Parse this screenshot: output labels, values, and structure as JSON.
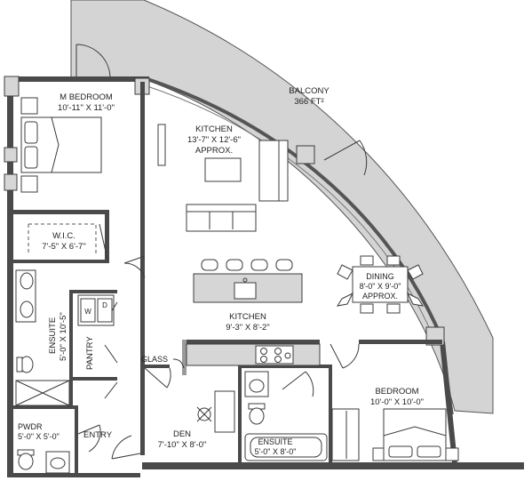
{
  "rooms": {
    "balcony": {
      "name": "BALCONY",
      "size": "366 FT²"
    },
    "master_bedroom": {
      "name": "M BEDROOM",
      "size": "10'-11\" X 11'-0\""
    },
    "kitchen_upper": {
      "name": "KITCHEN",
      "size": "13'-7\" X 12'-6\"",
      "note": "APPROX."
    },
    "wic": {
      "name": "W.I.C.",
      "size": "7'-5\" X 6'-7\""
    },
    "dining": {
      "name": "DINING",
      "size": "8'-0\" X 9'-0\"",
      "note": "APPROX."
    },
    "ensuite_main": {
      "name": "ENSUITE",
      "size": "5'-0\" X 10'-5\""
    },
    "pantry": {
      "name": "PANTRY"
    },
    "kitchen_lower": {
      "name": "KITCHEN",
      "size": "9'-3\" X 8'-2\""
    },
    "glass": {
      "name": "GLASS"
    },
    "bedroom": {
      "name": "BEDROOM",
      "size": "10'-0\" X 10'-0\""
    },
    "pwdr": {
      "name": "PWDR",
      "size": "5'-0\" X 5'-0\""
    },
    "entry": {
      "name": "ENTRY"
    },
    "den": {
      "name": "DEN",
      "size": "7'-10\" X 8'-0\""
    },
    "ensuite_small": {
      "name": "ENSUITE",
      "size": "5'-0\" X 8'-0\""
    }
  },
  "appliances": {
    "washer": "W",
    "dryer": "D"
  }
}
